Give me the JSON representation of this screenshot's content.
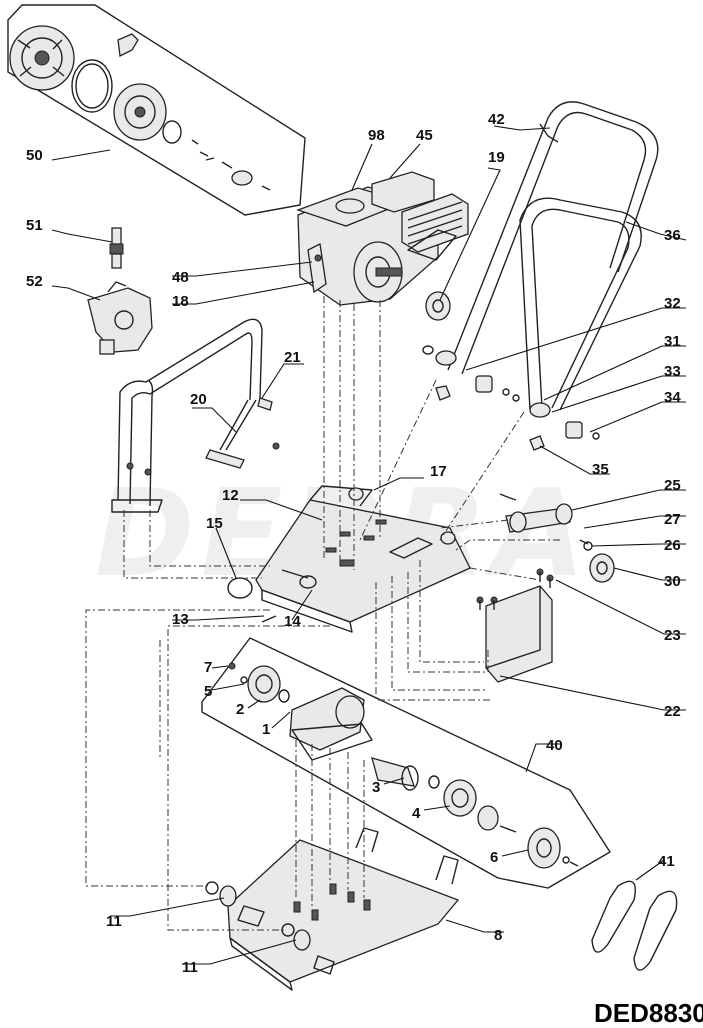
{
  "watermark": "DEDRA",
  "model_code": "DED8830",
  "parts": [
    {
      "id": "p50",
      "label": "50"
    },
    {
      "id": "p51",
      "label": "51"
    },
    {
      "id": "p52",
      "label": "52"
    },
    {
      "id": "p98",
      "label": "98"
    },
    {
      "id": "p45",
      "label": "45"
    },
    {
      "id": "p42",
      "label": "42"
    },
    {
      "id": "p19",
      "label": "19"
    },
    {
      "id": "p36",
      "label": "36"
    },
    {
      "id": "p48",
      "label": "48"
    },
    {
      "id": "p18",
      "label": "18"
    },
    {
      "id": "p32",
      "label": "32"
    },
    {
      "id": "p31",
      "label": "31"
    },
    {
      "id": "p33",
      "label": "33"
    },
    {
      "id": "p34",
      "label": "34"
    },
    {
      "id": "p21",
      "label": "21"
    },
    {
      "id": "p20",
      "label": "20"
    },
    {
      "id": "p35",
      "label": "35"
    },
    {
      "id": "p17",
      "label": "17"
    },
    {
      "id": "p12",
      "label": "12"
    },
    {
      "id": "p25",
      "label": "25"
    },
    {
      "id": "p27",
      "label": "27"
    },
    {
      "id": "p26",
      "label": "26"
    },
    {
      "id": "p15",
      "label": "15"
    },
    {
      "id": "p30",
      "label": "30"
    },
    {
      "id": "p23",
      "label": "23"
    },
    {
      "id": "p13",
      "label": "13"
    },
    {
      "id": "p14",
      "label": "14"
    },
    {
      "id": "p22",
      "label": "22"
    },
    {
      "id": "p7",
      "label": "7"
    },
    {
      "id": "p5",
      "label": "5"
    },
    {
      "id": "p2",
      "label": "2"
    },
    {
      "id": "p1",
      "label": "1"
    },
    {
      "id": "p40",
      "label": "40"
    },
    {
      "id": "p3",
      "label": "3"
    },
    {
      "id": "p4",
      "label": "4"
    },
    {
      "id": "p6",
      "label": "6"
    },
    {
      "id": "p41",
      "label": "41"
    },
    {
      "id": "p11a",
      "label": "11"
    },
    {
      "id": "p8",
      "label": "8"
    },
    {
      "id": "p11b",
      "label": "11"
    }
  ]
}
